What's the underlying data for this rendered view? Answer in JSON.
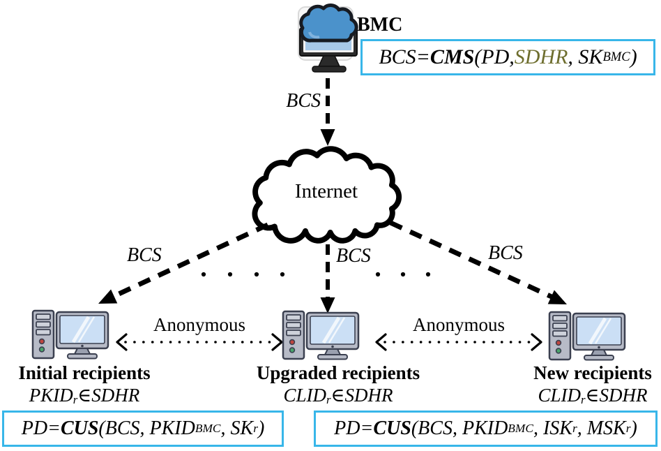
{
  "colors": {
    "box_border": "#38b6e9",
    "sdhr_text": "#6e6e2e",
    "ink": "#000000",
    "icon_blue": "#4b92cb",
    "screen_blue": "#cbdff5"
  },
  "icons": {
    "bmc": "cloud-computer-icon",
    "internet": "cloud-outline-shape",
    "recipients": [
      "desktop-computer-icon",
      "desktop-computer-icon",
      "desktop-computer-icon"
    ]
  },
  "nodes": {
    "bmc": {
      "label": "BMC"
    },
    "internet": {
      "label": "Internet"
    }
  },
  "edge_labels": {
    "bcs_top": "BCS",
    "bcs_left": "BCS",
    "bcs_middle": "BCS",
    "bcs_right": "BCS",
    "anonymous_left": "Anonymous",
    "anonymous_right": "Anonymous"
  },
  "recipients": {
    "initial": {
      "title": "Initial recipients"
    },
    "upgraded": {
      "title": "Upgraded recipients"
    },
    "new": {
      "title": "New recipients"
    }
  },
  "formulas": {
    "bmc_box": [
      {
        "t": "BCS="
      },
      {
        "t": "CMS",
        "b": true
      },
      {
        "t": "(PD, "
      },
      {
        "t": "SDHR",
        "color": "#6e6e2e"
      },
      {
        "t": ", SK"
      },
      {
        "t": "BMC",
        "sub": true
      },
      {
        "t": ")"
      }
    ],
    "initial_membership": [
      {
        "t": "PKID"
      },
      {
        "t": "r",
        "sub": true
      },
      {
        "t": "∈SDHR"
      }
    ],
    "upgraded_membership": [
      {
        "t": "CLID"
      },
      {
        "t": "r",
        "sub": true
      },
      {
        "t": "∈SDHR"
      }
    ],
    "new_membership": [
      {
        "t": "CLID"
      },
      {
        "t": "r",
        "sub": true
      },
      {
        "t": "∈SDHR"
      }
    ],
    "initial_box": [
      {
        "t": "PD="
      },
      {
        "t": "CUS",
        "b": true
      },
      {
        "t": "(BCS, PKID"
      },
      {
        "t": "BMC",
        "sub": true
      },
      {
        "t": ", SK"
      },
      {
        "t": "r",
        "sub": true
      },
      {
        "t": ")"
      }
    ],
    "upgraded_new_box": [
      {
        "t": "PD="
      },
      {
        "t": "CUS",
        "b": true
      },
      {
        "t": "(BCS, PKID"
      },
      {
        "t": "BMC",
        "sub": true
      },
      {
        "t": ", ISK"
      },
      {
        "t": "r",
        "sub": true
      },
      {
        "t": ", MSK"
      },
      {
        "t": "r",
        "sub": true
      },
      {
        "t": ")"
      }
    ]
  }
}
